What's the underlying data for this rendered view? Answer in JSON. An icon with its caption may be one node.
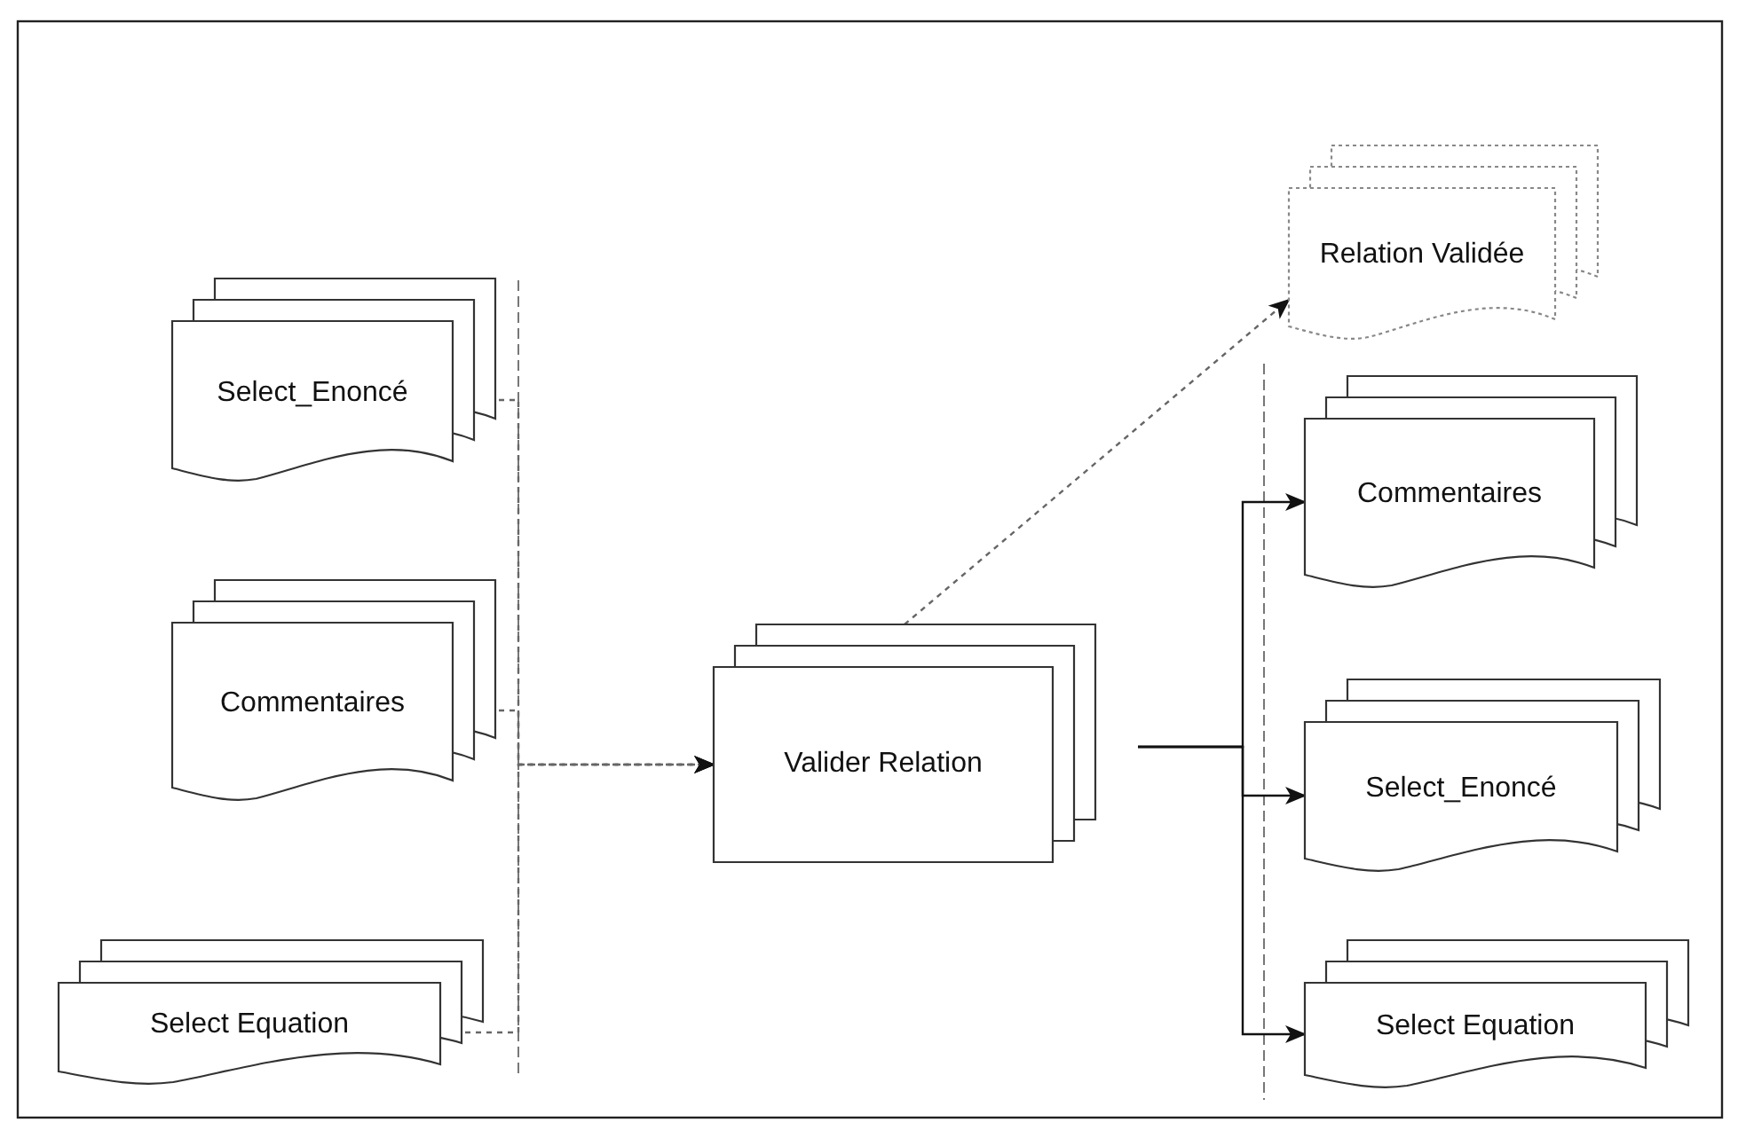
{
  "diagram": {
    "nodes": [
      {
        "text": [
          "Select_Enoncé"
        ]
      },
      {
        "text": [
          "Commentaires"
        ]
      },
      {
        "text": [
          "Select Equation"
        ]
      },
      {
        "text": [
          "Valider Relation"
        ]
      },
      {
        "text": [
          "Relation Validée"
        ]
      },
      {
        "text": [
          "Commentaires"
        ]
      },
      {
        "text": [
          "Select_Enoncé"
        ]
      },
      {
        "text": [
          "Select Equation"
        ]
      }
    ],
    "edges": [
      {
        "from": 0,
        "to": 3,
        "arrow": "to",
        "style": "dashed"
      },
      {
        "from": 1,
        "to": 3,
        "arrow": "to",
        "style": "dashed"
      },
      {
        "from": 2,
        "to": 3,
        "arrow": "to",
        "style": "dashed"
      },
      {
        "from": 3,
        "to": 4,
        "arrow": "to",
        "style": "dashed"
      },
      {
        "from": 3,
        "to": 5,
        "arrow": "to"
      },
      {
        "from": 3,
        "to": 6,
        "arrow": "to"
      },
      {
        "from": 3,
        "to": 7,
        "arrow": "to"
      }
    ]
  }
}
